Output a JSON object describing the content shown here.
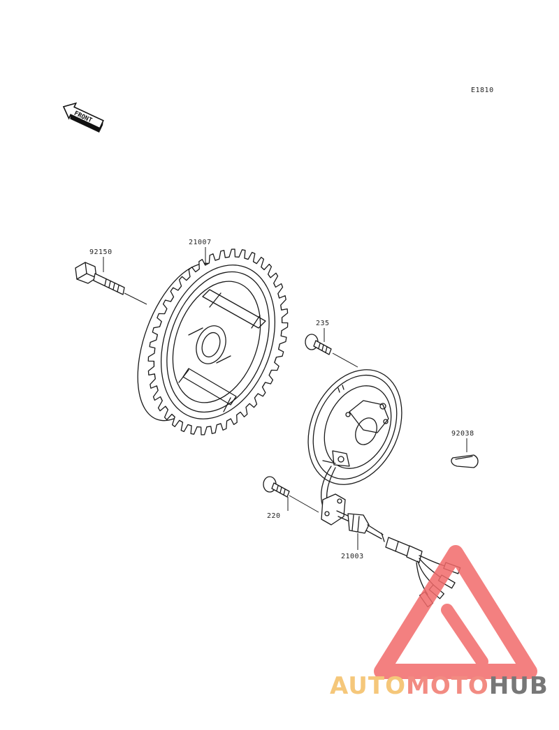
{
  "diagram_code": "E1810",
  "front_arrow_label": "FRONT",
  "parts": [
    {
      "id": "p92150",
      "number": "92150"
    },
    {
      "id": "p21007",
      "number": "21007"
    },
    {
      "id": "p235",
      "number": "235"
    },
    {
      "id": "p92038",
      "number": "92038"
    },
    {
      "id": "p220",
      "number": "220"
    },
    {
      "id": "p21003",
      "number": "21003"
    }
  ],
  "watermark": {
    "brand_part1": "AUTO",
    "brand_part2": "MOTO",
    "brand_part3": "HUB",
    "color_part1": "#f5c77a",
    "color_part2": "#f28b82",
    "color_part3": "#777777",
    "triangle_color": "#f26b6b"
  }
}
